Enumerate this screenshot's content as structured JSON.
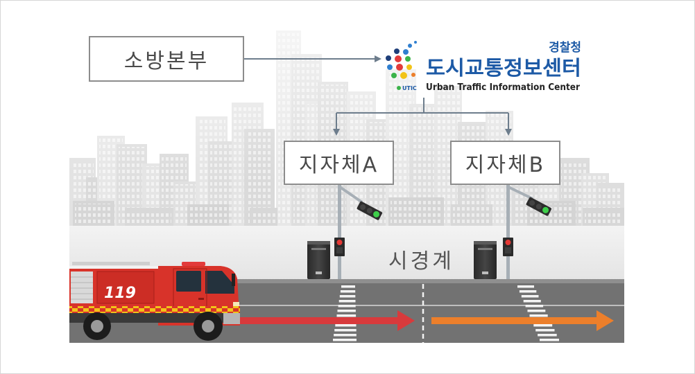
{
  "fire_hq": {
    "label": "소방본부"
  },
  "utic": {
    "agency": "경찰청",
    "name_ko": "도시교통정보센터",
    "name_en": "Urban Traffic Information Center",
    "logo_text": "UTIC"
  },
  "local_gov_a": {
    "label": "지자체A"
  },
  "local_gov_b": {
    "label": "지자체B"
  },
  "boundary": {
    "label": "시경계"
  },
  "fire_truck": {
    "marking": "119"
  },
  "colors": {
    "brand_blue": "#1d5aa6",
    "connector": "#6d7d8c",
    "route_red": "#d83a3c",
    "route_orange": "#ec7f2b",
    "truck_red": "#d8332a",
    "box_border": "#8c8c8c",
    "signal_green": "#3ecf4a",
    "signal_red": "#e53935"
  },
  "icons": {
    "logo": "utic-logo-icon",
    "vehicle": "fire-truck-icon",
    "vehicle_signal": "traffic-signal-icon",
    "pedestrian_signal": "pedestrian-signal-icon",
    "controller": "signal-controller-icon",
    "flow": "arrow-right-icon"
  }
}
